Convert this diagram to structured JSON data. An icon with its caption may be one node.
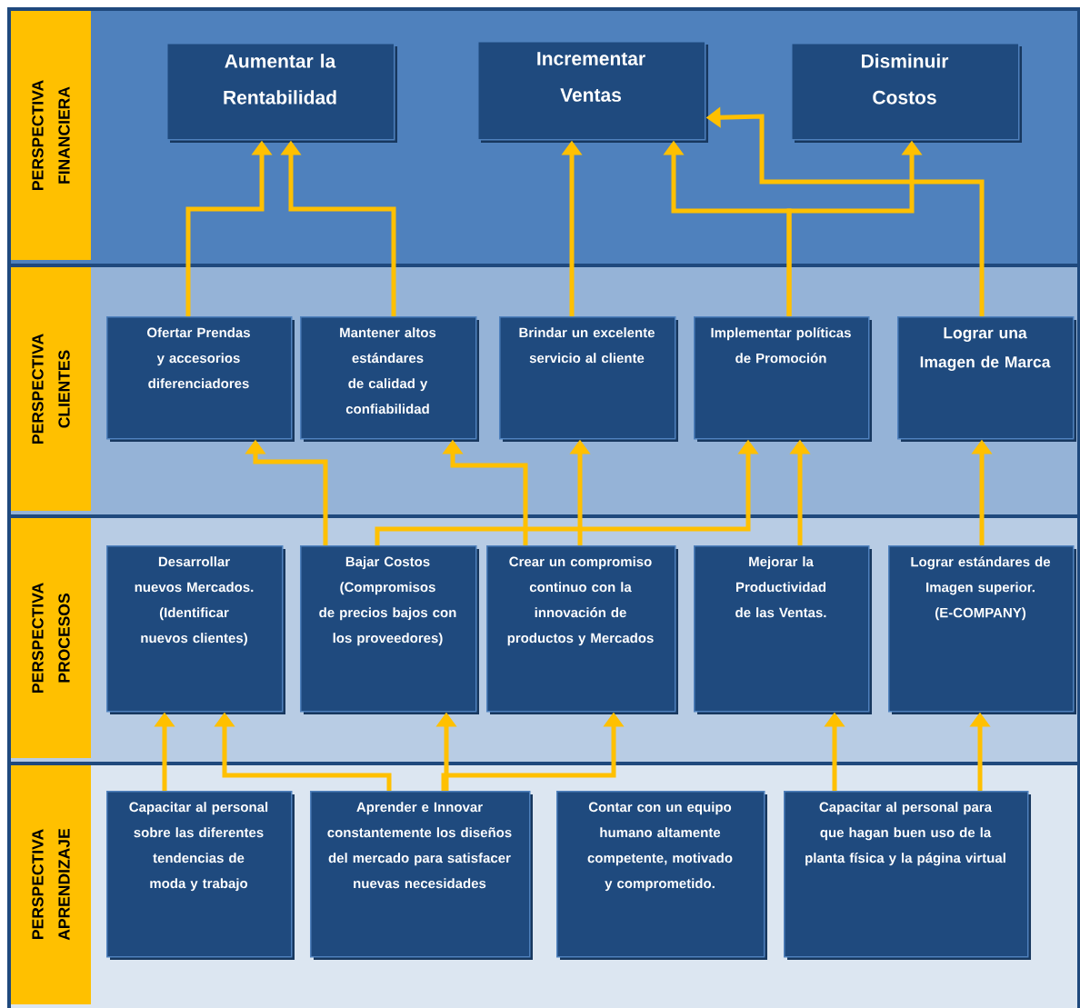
{
  "diagram": {
    "nodes": [
      {
        "text": [
          "PERSPECTIVA FINANCIERA"
        ]
      },
      {
        "text": [
          "Aumentar la Rentabilidad"
        ],
        "in": 0
      },
      {
        "text": [
          "Incrementar Ventas"
        ],
        "in": 0
      },
      {
        "text": [
          "Disminuir Costos"
        ],
        "in": 0
      },
      {
        "text": [
          "PERSPECTIVA CLIENTES"
        ]
      },
      {
        "text": [
          "Ofertar Prendas y accesorios diferenciadores"
        ],
        "in": 4
      },
      {
        "text": [
          "Mantener altos estándares de calidad y confiabilidad"
        ],
        "in": 4
      },
      {
        "text": [
          "Brindar un excelente servicio al cliente"
        ],
        "in": 4
      },
      {
        "text": [
          "Implementar políticas de Promoción"
        ],
        "in": 4
      },
      {
        "text": [
          "Lograr una Imagen de Marca"
        ],
        "in": 4
      },
      {
        "text": [
          "PERSPECTIVA PROCESOS"
        ]
      },
      {
        "text": [
          "Desarrollar nuevos Mercados. (Identificar nuevos clientes)"
        ],
        "in": 10
      },
      {
        "text": [
          "Bajar Costos (Compromisos de precios bajos con los proveedores)"
        ],
        "in": 10
      },
      {
        "text": [
          "Crear un compromiso continuo con la innovación de productos y Mercados"
        ],
        "in": 10
      },
      {
        "text": [
          "Mejorar la Productividad de las Ventas."
        ],
        "in": 10
      },
      {
        "text": [
          "Lograr estándares de Imagen superior. (E-COMPANY)"
        ],
        "in": 10
      },
      {
        "text": [
          "PERSPECTIVA APRENDIZAJE"
        ]
      },
      {
        "text": [
          "Capacitar al personal sobre las diferentes tendencias de moda y trabajo"
        ],
        "in": 16
      },
      {
        "text": [
          "Aprender e Innovar constantemente los diseños del mercado para satisfacer nuevas necesidades"
        ],
        "in": 16
      },
      {
        "text": [
          "Contar con un equipo humano altamente competente, motivado y comprometido."
        ],
        "in": 16
      },
      {
        "text": [
          "Capacitar al personal para que hagan buen uso de la planta física y la página virtual"
        ],
        "in": 16
      }
    ],
    "edges": [
      {
        "from": 5,
        "to": 1,
        "arrow": "to"
      },
      {
        "from": 6,
        "to": 1,
        "arrow": "to"
      },
      {
        "from": 7,
        "to": 2,
        "arrow": "to"
      },
      {
        "from": 8,
        "to": 2,
        "arrow": "to"
      },
      {
        "from": 8,
        "to": 3,
        "arrow": "to"
      },
      {
        "from": 9,
        "to": 2,
        "arrow": "to"
      },
      {
        "from": 12,
        "to": 5,
        "arrow": "to"
      },
      {
        "from": 13,
        "to": 6,
        "arrow": "to"
      },
      {
        "from": 13,
        "to": 7,
        "arrow": "to"
      },
      {
        "from": 12,
        "to": 8,
        "arrow": "to"
      },
      {
        "from": 14,
        "to": 8,
        "arrow": "to"
      },
      {
        "from": 15,
        "to": 9,
        "arrow": "to"
      },
      {
        "from": 17,
        "to": 11,
        "arrow": "to"
      },
      {
        "from": 18,
        "to": 11,
        "arrow": "to"
      },
      {
        "from": 18,
        "to": 12,
        "arrow": "to"
      },
      {
        "from": 18,
        "to": 13,
        "arrow": "to"
      },
      {
        "from": 20,
        "to": 14,
        "arrow": "to"
      },
      {
        "from": 20,
        "to": 15,
        "arrow": "to"
      }
    ]
  }
}
